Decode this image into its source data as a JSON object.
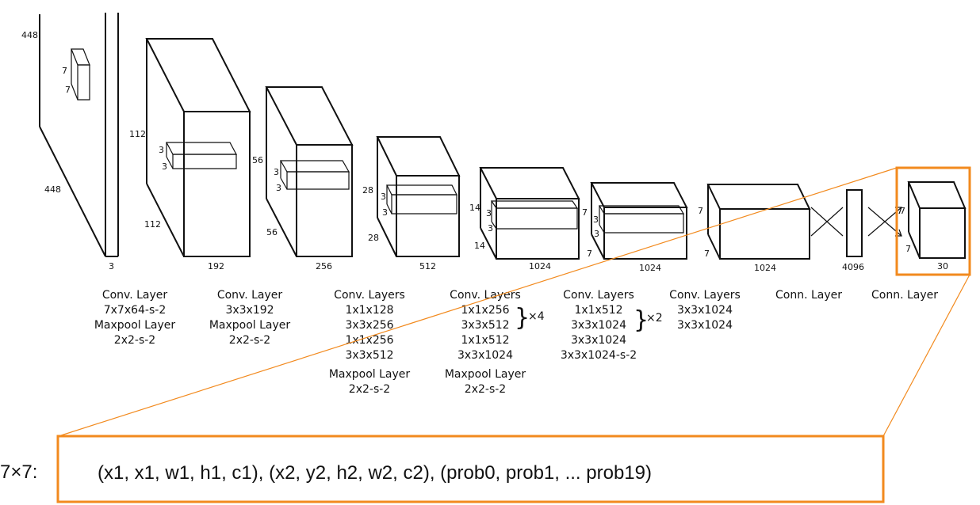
{
  "input": {
    "height": "448",
    "width": "448",
    "depth": "3",
    "kernel_h": "7",
    "kernel_w": "7"
  },
  "blocks": [
    {
      "height": "112",
      "width": "112",
      "depth": "192",
      "kernel_h": "3",
      "kernel_w": "3"
    },
    {
      "height": "56",
      "width": "56",
      "depth": "256",
      "kernel_h": "3",
      "kernel_w": "3"
    },
    {
      "height": "28",
      "width": "28",
      "depth": "512",
      "kernel_h": "3",
      "kernel_w": "3"
    },
    {
      "height": "14",
      "width": "14",
      "depth": "1024",
      "kernel_h": "3",
      "kernel_w": "3"
    },
    {
      "height": "7",
      "width": "7",
      "depth": "1024",
      "kernel_h": "3",
      "kernel_w": "3"
    },
    {
      "height": "7",
      "width": "7",
      "depth": "1024"
    }
  ],
  "fc": {
    "size": "4096"
  },
  "output": {
    "height": "7",
    "width": "7",
    "depth": "30"
  },
  "captions": [
    [
      "Conv. Layer",
      "7x7x64-s-2",
      "Maxpool Layer",
      "2x2-s-2"
    ],
    [
      "Conv. Layer",
      "3x3x192",
      "Maxpool Layer",
      "2x2-s-2"
    ],
    [
      "Conv. Layers",
      "1x1x128",
      "3x3x256",
      "1x1x256",
      "3x3x512",
      "Maxpool Layer",
      "2x2-s-2"
    ],
    [
      "Conv. Layers",
      "1x1x256",
      "3x3x512",
      "1x1x512",
      "3x3x1024",
      "Maxpool Layer",
      "2x2-s-2"
    ],
    [
      "Conv. Layers",
      "1x1x512",
      "3x3x1024",
      "3x3x1024",
      "3x3x1024-s-2"
    ],
    [
      "Conv. Layers",
      "3x3x1024",
      "3x3x1024"
    ],
    [
      "Conn. Layer"
    ],
    [
      "Conn. Layer"
    ]
  ],
  "repeats": {
    "block4": "×4",
    "block5": "×2"
  },
  "grid_label": "7×7:",
  "output_vector": "(x1, x1, w1, h1, c1), (x2, y2, h2, w2, c2), (prob0, prob1, ... prob19)",
  "colors": {
    "highlight": "#f28a1e",
    "line": "#111111"
  }
}
